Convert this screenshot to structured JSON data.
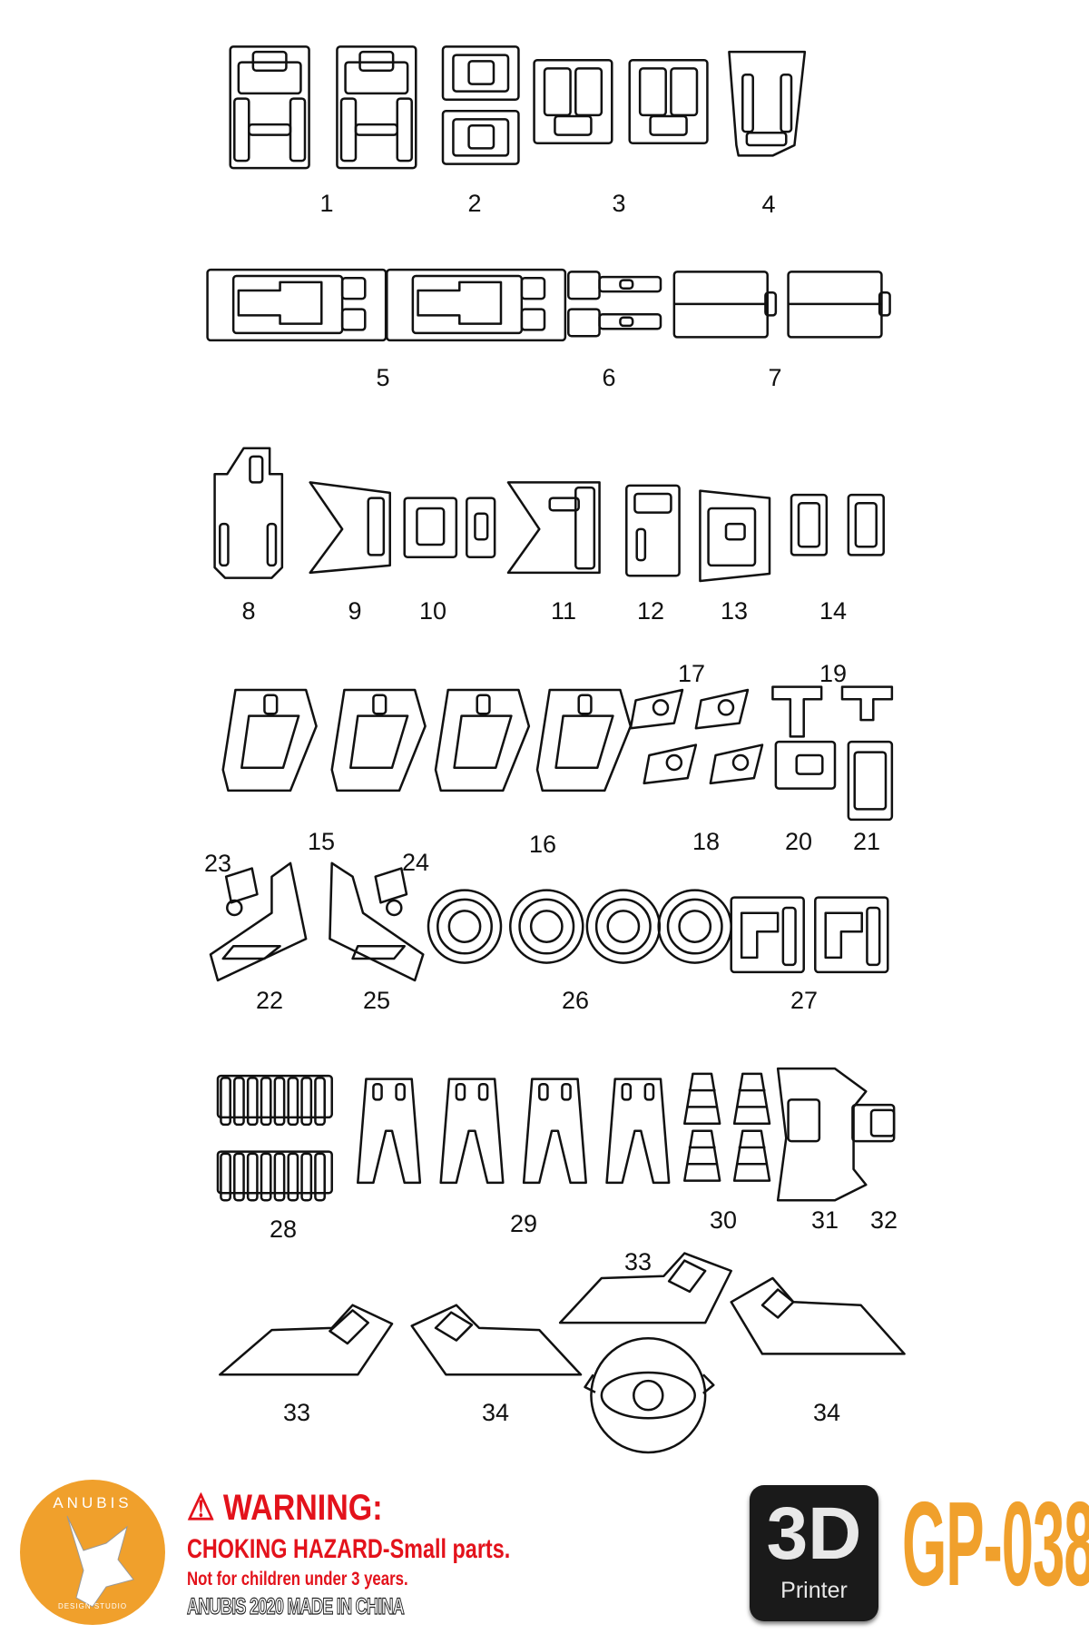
{
  "part_labels": [
    {
      "id": "p1",
      "text": "1"
    },
    {
      "id": "p2",
      "text": "2"
    },
    {
      "id": "p3",
      "text": "3"
    },
    {
      "id": "p4",
      "text": "4"
    },
    {
      "id": "p5",
      "text": "5"
    },
    {
      "id": "p6",
      "text": "6"
    },
    {
      "id": "p7",
      "text": "7"
    },
    {
      "id": "p8",
      "text": "8"
    },
    {
      "id": "p9",
      "text": "9"
    },
    {
      "id": "p10",
      "text": "10"
    },
    {
      "id": "p11",
      "text": "11"
    },
    {
      "id": "p12",
      "text": "12"
    },
    {
      "id": "p13",
      "text": "13"
    },
    {
      "id": "p14",
      "text": "14"
    },
    {
      "id": "p17",
      "text": "17"
    },
    {
      "id": "p19",
      "text": "19"
    },
    {
      "id": "p15",
      "text": "15"
    },
    {
      "id": "p16",
      "text": "16"
    },
    {
      "id": "p18",
      "text": "18"
    },
    {
      "id": "p20",
      "text": "20"
    },
    {
      "id": "p21",
      "text": "21"
    },
    {
      "id": "p23",
      "text": "23"
    },
    {
      "id": "p24",
      "text": "24"
    },
    {
      "id": "p22",
      "text": "22"
    },
    {
      "id": "p25",
      "text": "25"
    },
    {
      "id": "p26",
      "text": "26"
    },
    {
      "id": "p27",
      "text": "27"
    },
    {
      "id": "p28",
      "text": "28"
    },
    {
      "id": "p29",
      "text": "29"
    },
    {
      "id": "p30",
      "text": "30"
    },
    {
      "id": "p31",
      "text": "31"
    },
    {
      "id": "p32",
      "text": "32"
    },
    {
      "id": "p33a",
      "text": "33"
    },
    {
      "id": "p33b",
      "text": "33"
    },
    {
      "id": "p34a",
      "text": "34"
    },
    {
      "id": "p34b",
      "text": "34"
    }
  ],
  "footer": {
    "logo_brand": "ANUBIS",
    "logo_sub": "DESIGN STUDIO",
    "warning_title": "⚠ WARNING:",
    "warning_line1": "CHOKING HAZARD-Small parts.",
    "warning_line2": "Not for children under 3 years.",
    "made_in": "ANUBIS 2020 MADE IN CHINA",
    "badge_3d": "3D",
    "badge_printer": "Printer",
    "product_code": "GP-038"
  },
  "colors": {
    "warning": "#e3121b",
    "brand_orange": "#f0a02c"
  }
}
